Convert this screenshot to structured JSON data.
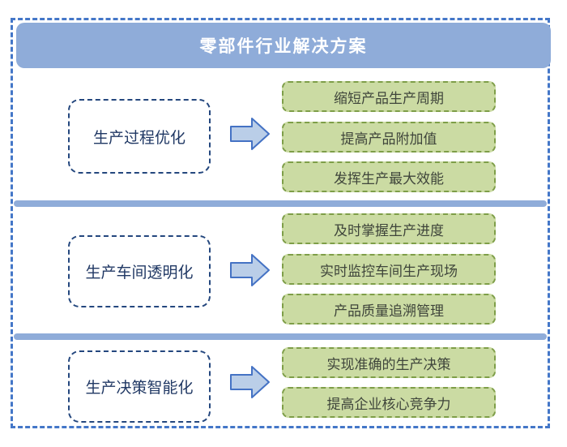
{
  "title": "零部件行业解决方案",
  "colors": {
    "header_blue": "#8FACD9",
    "divider_blue": "#8FACD9",
    "frame_dash_blue": "#4477C8",
    "label_navy_border": "#24477E",
    "label_navy_text": "#203864",
    "arrow_fill": "#BACEE8",
    "arrow_stroke": "#4472C4",
    "outcome_green_fill": "#CBDBA3",
    "outcome_green_border": "#7E9E48",
    "outcome_text": "#3F453B",
    "title_text": "#FFFFFF"
  },
  "sections": [
    {
      "label": "生产过程优化",
      "outcomes": [
        "缩短产品生产周期",
        "提高产品附加值",
        "发挥生产最大效能"
      ]
    },
    {
      "label": "生产车间透明化",
      "outcomes": [
        "及时掌握生产进度",
        "实时监控车间生产现场",
        "产品质量追溯管理"
      ]
    },
    {
      "label": "生产决策智能化",
      "outcomes": [
        "实现准确的生产决策",
        "提高企业核心竞争力"
      ]
    }
  ]
}
